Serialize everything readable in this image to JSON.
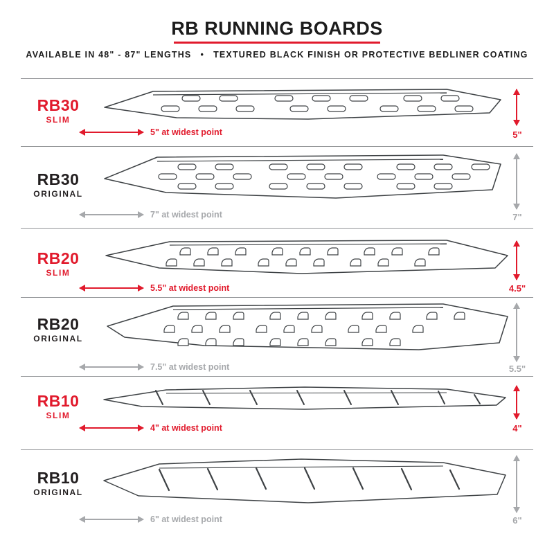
{
  "header": {
    "title": "RB RUNNING BOARDS",
    "subtitle_lengths": "AVAILABLE IN 48\" - 87\" LENGTHS",
    "subtitle_bullet": "•",
    "subtitle_finish": "TEXTURED BLACK FINISH OR PROTECTIVE BEDLINER COATING"
  },
  "colors": {
    "accent_red": "#e11a2c",
    "measure_gray": "#a6a8ab",
    "text_black": "#231f20"
  },
  "boards": [
    {
      "model": "RB30",
      "variant": "SLIM",
      "style": "slim",
      "width_label": "5\" at widest point",
      "height_label": "5\""
    },
    {
      "model": "RB30",
      "variant": "ORIGINAL",
      "style": "original",
      "width_label": "7\" at widest point",
      "height_label": "7\""
    },
    {
      "model": "RB20",
      "variant": "SLIM",
      "style": "slim",
      "width_label": "5.5\" at widest point",
      "height_label": "4.5\""
    },
    {
      "model": "RB20",
      "variant": "ORIGINAL",
      "style": "original",
      "width_label": "7.5\" at widest point",
      "height_label": "5.5\""
    },
    {
      "model": "RB10",
      "variant": "SLIM",
      "style": "slim",
      "width_label": "4\" at widest point",
      "height_label": "4\""
    },
    {
      "model": "RB10",
      "variant": "ORIGINAL",
      "style": "original",
      "width_label": "6\" at widest point",
      "height_label": "6\""
    }
  ]
}
